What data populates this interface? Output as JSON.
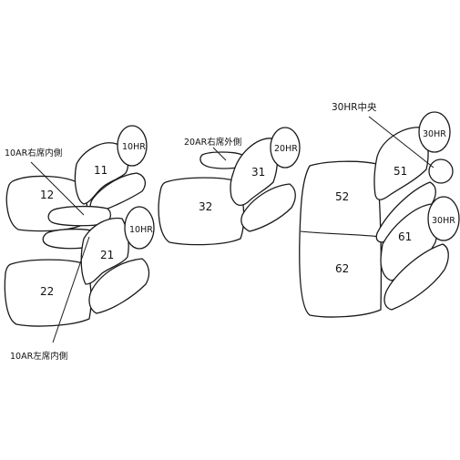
{
  "parts": {
    "p11": "11",
    "p12": "12",
    "p21": "21",
    "p22": "22",
    "p31": "31",
    "p32": "32",
    "p51": "51",
    "p52": "52",
    "p61": "61",
    "p62": "62"
  },
  "headrests": {
    "h10_upper": "10HR",
    "h10_lower": "10HR",
    "h20": "20HR",
    "h30_upper": "30HR",
    "h30_lower": "30HR"
  },
  "callouts": {
    "ar10_right_inner": "10AR右席内側",
    "ar10_left_inner": "10AR左席内側",
    "ar20_right_outer": "20AR右席外側",
    "hr30_center": "30HR中央"
  },
  "colors": {
    "line": "#1a1a1a",
    "background": "#ffffff"
  }
}
